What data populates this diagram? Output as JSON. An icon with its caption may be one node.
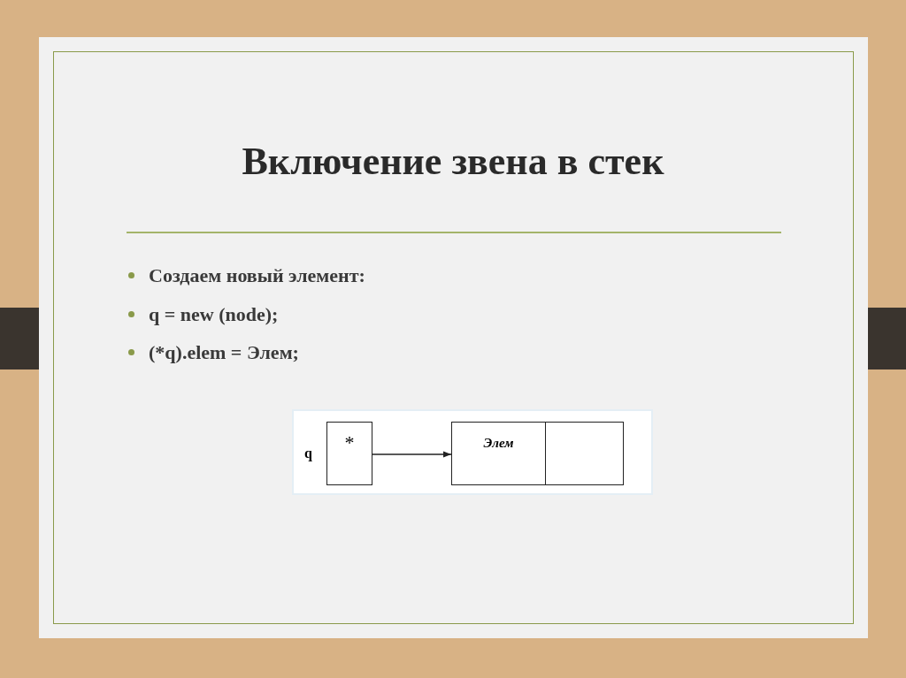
{
  "diagram": {
    "title": "Включение звена в стек",
    "nodes": [
      {
        "text": [
          "*"
        ],
        "beside": [
          "q"
        ]
      },
      {
        "text": [
          "Элем"
        ]
      },
      {
        "text": [],
        "shape": "box"
      }
    ],
    "edges": [
      {
        "from": 0,
        "to": 1,
        "arrow": "to"
      }
    ],
    "labels": [
      "Создаем новый элемент:",
      "q = new (node);",
      "(*q).elem = Элем;"
    ]
  }
}
